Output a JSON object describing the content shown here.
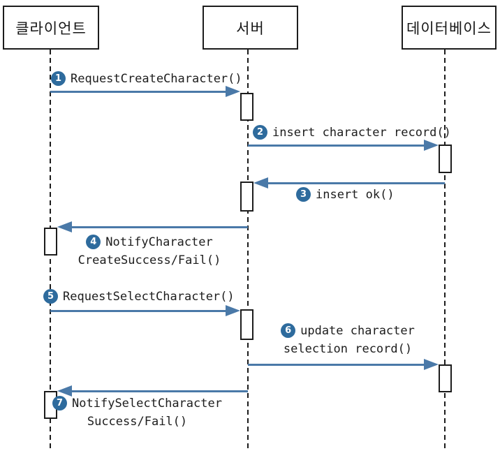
{
  "diagram": {
    "type": "uml-sequence",
    "colors": {
      "arrow": "#4a79a8",
      "badge": "#2e6b9d",
      "line": "#1c1c1c",
      "bg": "#ffffff",
      "text": "#1d1d1d"
    },
    "actors": [
      {
        "id": "client",
        "name": "클라이언트"
      },
      {
        "id": "server",
        "name": "서버"
      },
      {
        "id": "database",
        "name": "데이터베이스"
      }
    ],
    "messages": [
      {
        "num": "1",
        "from": "client",
        "to": "server",
        "lines": [
          "RequestCreateCharacter()"
        ]
      },
      {
        "num": "2",
        "from": "server",
        "to": "database",
        "lines": [
          "insert character record()"
        ]
      },
      {
        "num": "3",
        "from": "database",
        "to": "server",
        "lines": [
          "insert ok()"
        ]
      },
      {
        "num": "4",
        "from": "server",
        "to": "client",
        "lines": [
          "NotifyCharacter",
          "CreateSuccess/Fail()"
        ]
      },
      {
        "num": "5",
        "from": "client",
        "to": "server",
        "lines": [
          "RequestSelectCharacter()"
        ]
      },
      {
        "num": "6",
        "from": "server",
        "to": "database",
        "lines": [
          "update character",
          "selection record()"
        ]
      },
      {
        "num": "7",
        "from": "server",
        "to": "client",
        "lines": [
          "NotifySelectCharacter",
          "Success/Fail()"
        ]
      }
    ]
  }
}
